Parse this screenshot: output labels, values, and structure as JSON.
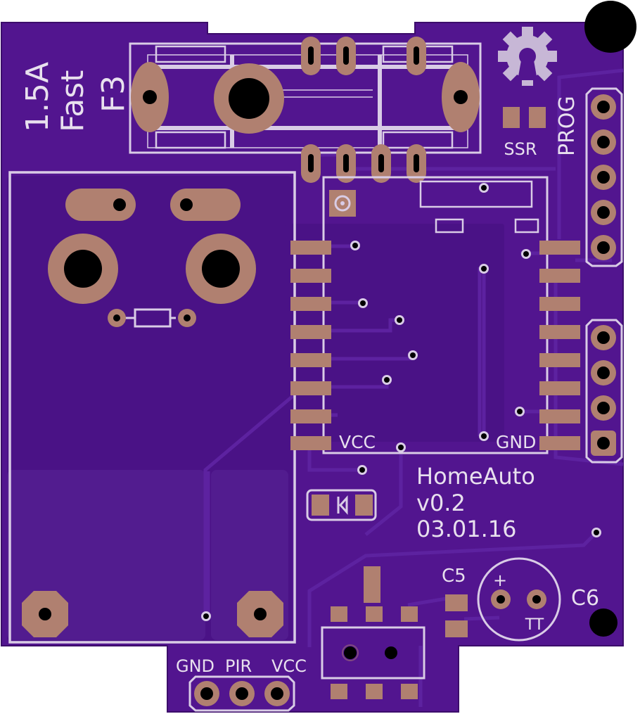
{
  "board": {
    "colors": {
      "background": "#ffffff",
      "substrate": "#52158f",
      "copper_pour": "#4a1286",
      "trace": "#5d22a0",
      "silkscreen": "#d9cce6",
      "pad": "#b08070",
      "drill": "#000000",
      "logo": "#c7b7d6"
    },
    "fuse_labels": [
      "1.5A",
      "Fast",
      "F3"
    ],
    "ssr_label": "SSR",
    "prog_label": "PROG",
    "module_vcc_label": "VCC",
    "module_gnd_label": "GND",
    "title": {
      "name": "HomeAuto",
      "version": "v0.2",
      "date": "03.01.16"
    },
    "cap_c5_label": "C5",
    "cap_c6_label": "C6",
    "cap_plus_label": "+",
    "cap_tt_label": "TT",
    "header_labels": [
      "GND",
      "PIR",
      "VCC"
    ],
    "icons": {
      "open_hardware": "open-hardware-gear-icon",
      "fiducial": "fiducial-dot-icon",
      "diode": "diode-icon"
    }
  }
}
